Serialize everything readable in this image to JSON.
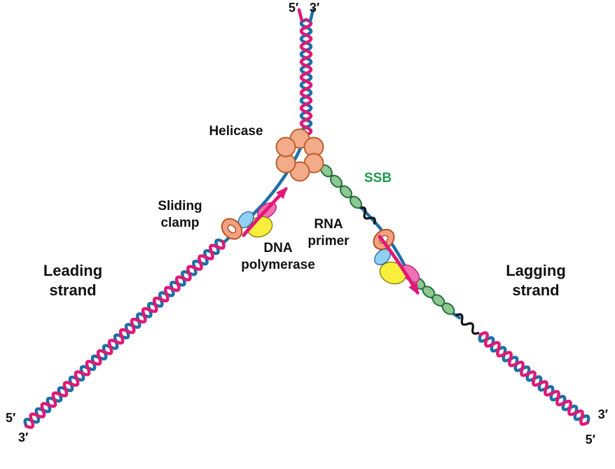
{
  "labels": {
    "top_5_prime": "5′",
    "top_3_prime": "3′",
    "helicase": "Helicase",
    "ssb": "SSB",
    "sliding_clamp": [
      "Sliding",
      "clamp"
    ],
    "dna_polymerase": [
      "DNA",
      "polymerase"
    ],
    "rna_primer": [
      "RNA",
      "primer"
    ],
    "leading_strand": [
      "Leading",
      "strand"
    ],
    "lagging_strand": [
      "Lagging",
      "strand"
    ],
    "bottom_left_5_prime": "5′",
    "bottom_left_3_prime": "3′",
    "bottom_right_3_prime": "3′",
    "bottom_right_5_prime": "5′"
  },
  "colors": {
    "strand_pink": "#dd1a78",
    "strand_blue": "#1e6fa6",
    "helicase_fill": "#f3ab89",
    "helicase_stroke": "#b9602f",
    "ssb_fill": "#8cc794",
    "ssb_stroke": "#27703a",
    "ssb_label_green": "#1b9a4a",
    "sliding_clamp_fill": "#f2a283",
    "polymerase_yellow": "#f8ef3d",
    "polymerase_blue": "#8ed1f4",
    "polymerase_pink": "#f171b4",
    "rna_primer_black": "#111111",
    "label_black": "#111111",
    "background": "#ffffff"
  }
}
